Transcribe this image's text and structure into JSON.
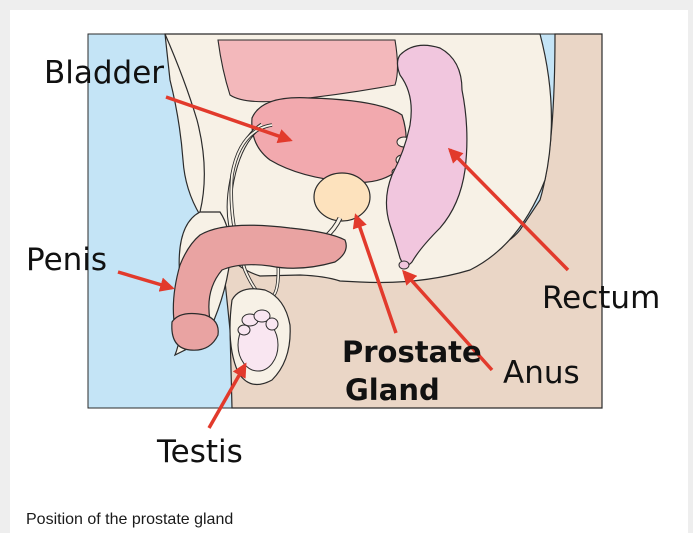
{
  "labels": {
    "bladder": "Bladder",
    "penis": "Penis",
    "rectum": "Rectum",
    "prostate_line1": "Prostate",
    "prostate_line2": "Gland",
    "anus": "Anus",
    "testis": "Testis"
  },
  "caption": "Position of the prostate gland",
  "colors": {
    "background_sky": "#c4e4f6",
    "body_skin": "#ead6c6",
    "body_light": "#f7f1e6",
    "bladder": "#f2a9ae",
    "rectum": "#f1c6de",
    "prostate": "#fde2bd",
    "penis": "#e9a3a2",
    "testis": "#f9e6f1",
    "arrow": "#e23a2c",
    "outline": "#2b2b2b"
  }
}
